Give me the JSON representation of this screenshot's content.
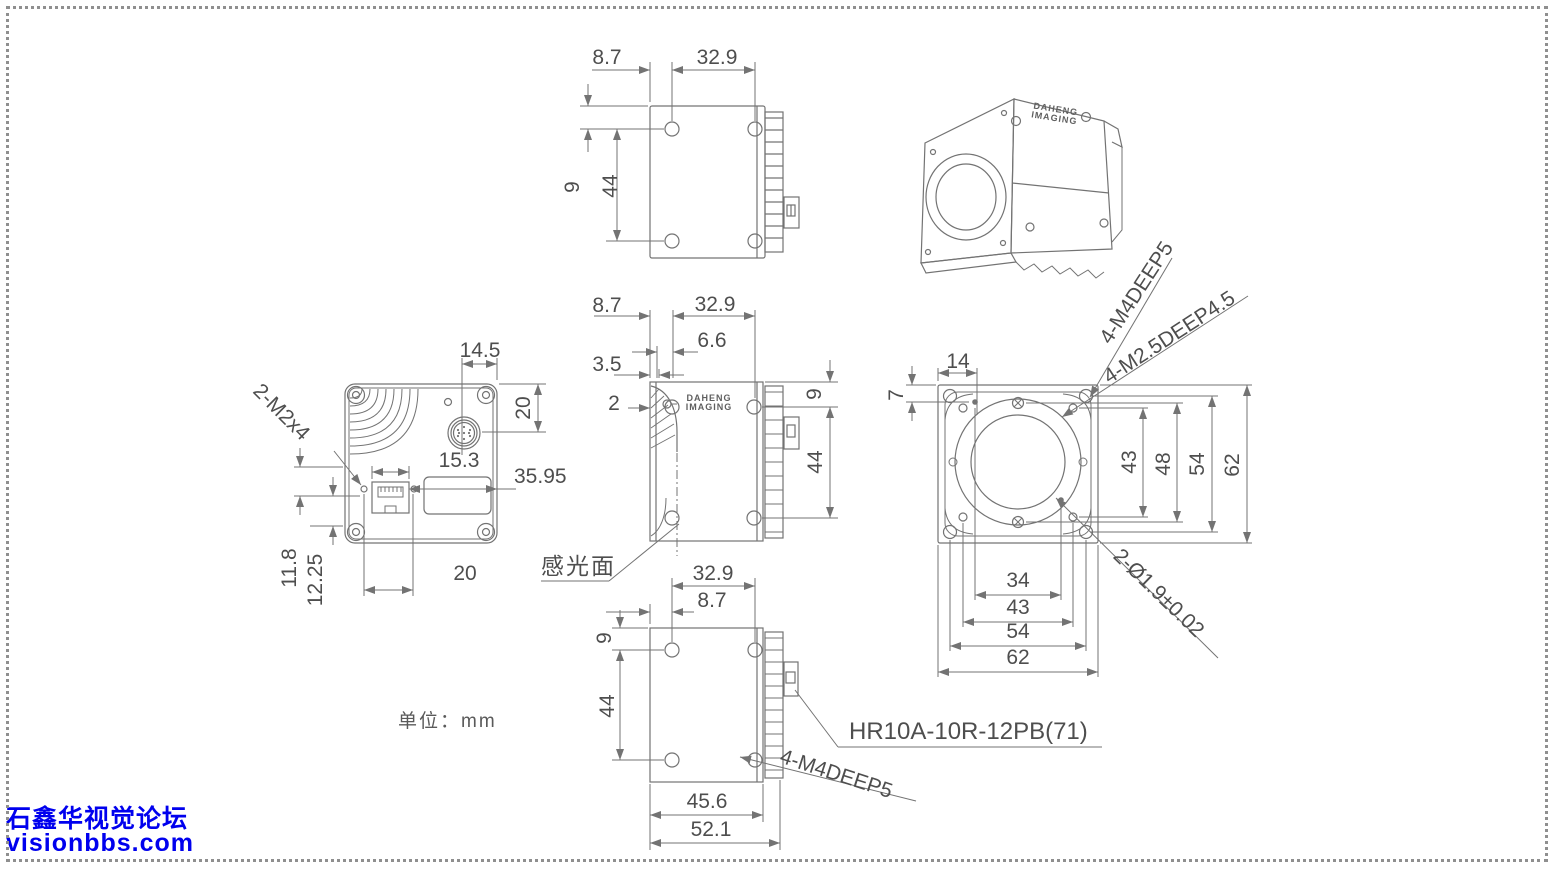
{
  "drawing": {
    "unit_label": "单位：mm",
    "sensor_plane_label": "感光面",
    "logo_line1": "DAHENG",
    "logo_line2": "IMAGING",
    "colors": {
      "line": "#737373",
      "text": "#4e4e4e",
      "watermark": "#0000ee"
    },
    "watermark": {
      "line1": "石鑫华视觉论坛",
      "line2": "visionbbs.com"
    },
    "top_view": {
      "dim_8_7": "8.7",
      "dim_32_9": "32.9",
      "dim_9": "9",
      "dim_44": "44"
    },
    "side_view": {
      "dim_8_7": "8.7",
      "dim_32_9": "32.9",
      "dim_6_6": "6.6",
      "dim_3_5": "3.5",
      "dim_2": "2",
      "dim_9": "9",
      "dim_44": "44"
    },
    "rear_view": {
      "thread_label": "2-M2x4",
      "dim_14_5": "14.5",
      "dim_20_right": "20",
      "dim_15_3": "15.3",
      "dim_35_95": "35.95",
      "dim_11_8": "11.8",
      "dim_12_25": "12.25",
      "dim_20_bottom": "20"
    },
    "front_view": {
      "dim_14": "14",
      "dim_7": "7",
      "dim_43_v": "43",
      "dim_48_v": "48",
      "dim_54_v": "54",
      "dim_62_v": "62",
      "dim_34": "34",
      "dim_43_h": "43",
      "dim_54_h": "54",
      "dim_62_h": "62",
      "label_m4": "4-M4DEEP5",
      "label_m25": "4-M2.5DEEP4.5",
      "label_pin": "2-Ø1.9±0.02"
    },
    "bottom_view": {
      "dim_32_9": "32.9",
      "dim_8_7": "8.7",
      "dim_9": "9",
      "dim_44": "44",
      "dim_45_6": "45.6",
      "dim_52_1": "52.1",
      "label_connector": "HR10A-10R-12PB(71)",
      "label_m4": "4-M4DEEP5"
    }
  }
}
